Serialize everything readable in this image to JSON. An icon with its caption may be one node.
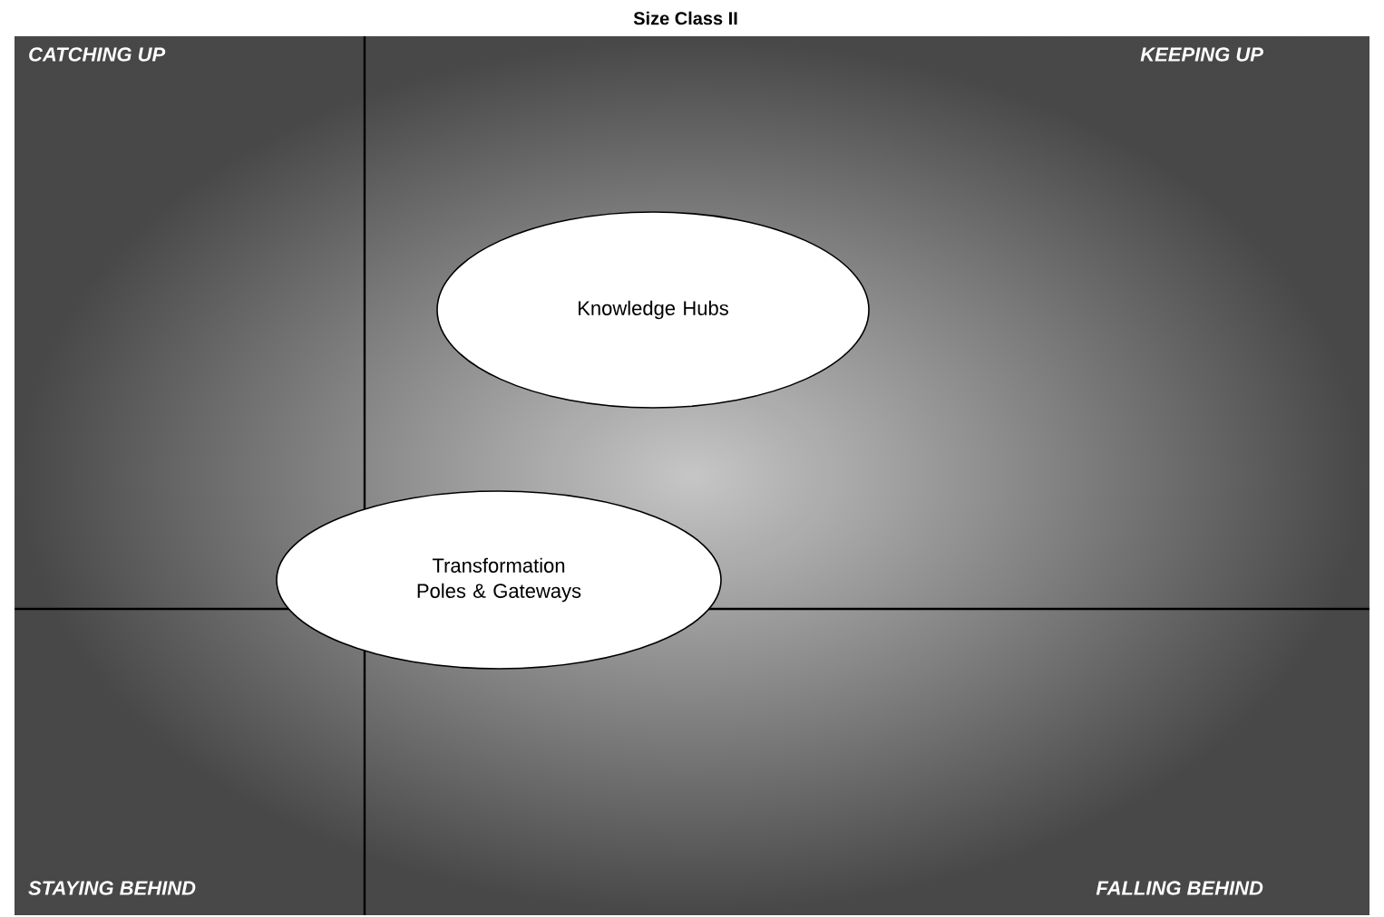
{
  "diagram": {
    "title": "Size Class II",
    "nodes": [
      {
        "text": [
          "Knowledge Hubs"
        ]
      },
      {
        "text": [
          "Transformation Poles & Gateways"
        ]
      }
    ],
    "labels": [
      "CATCHING UP",
      "KEEPING UP",
      "STAYING BEHIND",
      "FALLING BEHIND"
    ]
  }
}
